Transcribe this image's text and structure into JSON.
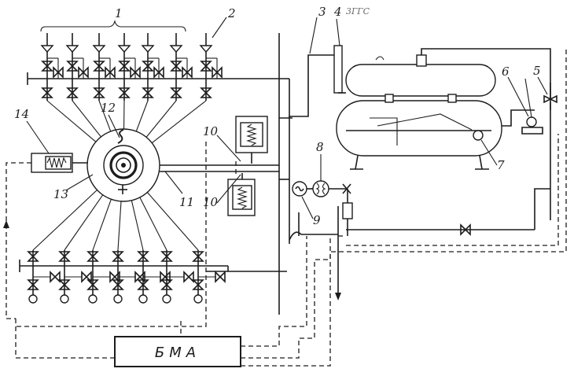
{
  "labels": {
    "n1": "1",
    "n2": "2",
    "n3": "3",
    "n4": "4",
    "n5": "5",
    "n6": "6",
    "n7": "7",
    "n8": "8",
    "n9": "9",
    "n10a": "10",
    "n10b": "10",
    "n11": "11",
    "n12": "12",
    "n13": "13",
    "n14": "14"
  },
  "control_block": "БМА",
  "handwritten_notes": {
    "top": "3ГГС"
  },
  "icons": [
    "check-valve-icon",
    "gate-valve-icon",
    "pump-icon",
    "motor-icon",
    "actuator-icon",
    "separator-vessel-icon",
    "filter-icon"
  ]
}
